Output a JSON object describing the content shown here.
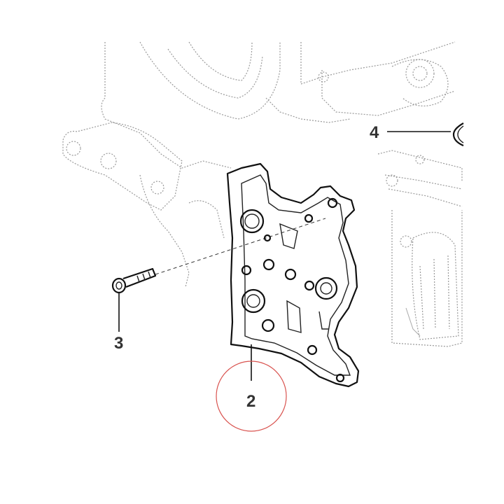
{
  "callouts": [
    {
      "id": "2",
      "label": "2",
      "highlighted": true
    },
    {
      "id": "3",
      "label": "3",
      "highlighted": false
    },
    {
      "id": "4",
      "label": "4",
      "highlighted": false
    }
  ],
  "colors": {
    "highlight_circle": "#d9534f",
    "part_outline": "#111111",
    "background_outline": "#9a9a9a",
    "callout_text": "#333333"
  },
  "icons": {
    "cover": "timing-cover-plate-icon",
    "bolt": "bolt-icon",
    "seal": "o-ring-seal-icon"
  }
}
